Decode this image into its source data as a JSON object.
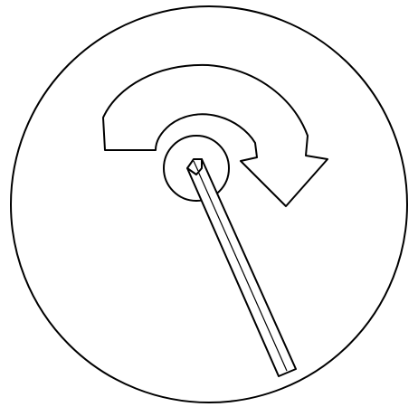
{
  "diagram": {
    "subject": "clockwise-rotation-symbol",
    "colors": {
      "stroke": "#000000",
      "fill": "#ffffff"
    },
    "parts": [
      {
        "name": "outer-circle",
        "icon": "circle"
      },
      {
        "name": "rotation-arrow",
        "icon": "curved-arrow-clockwise"
      },
      {
        "name": "hub-circle",
        "icon": "circle"
      },
      {
        "name": "pointer-shaft",
        "icon": "bar"
      }
    ]
  }
}
